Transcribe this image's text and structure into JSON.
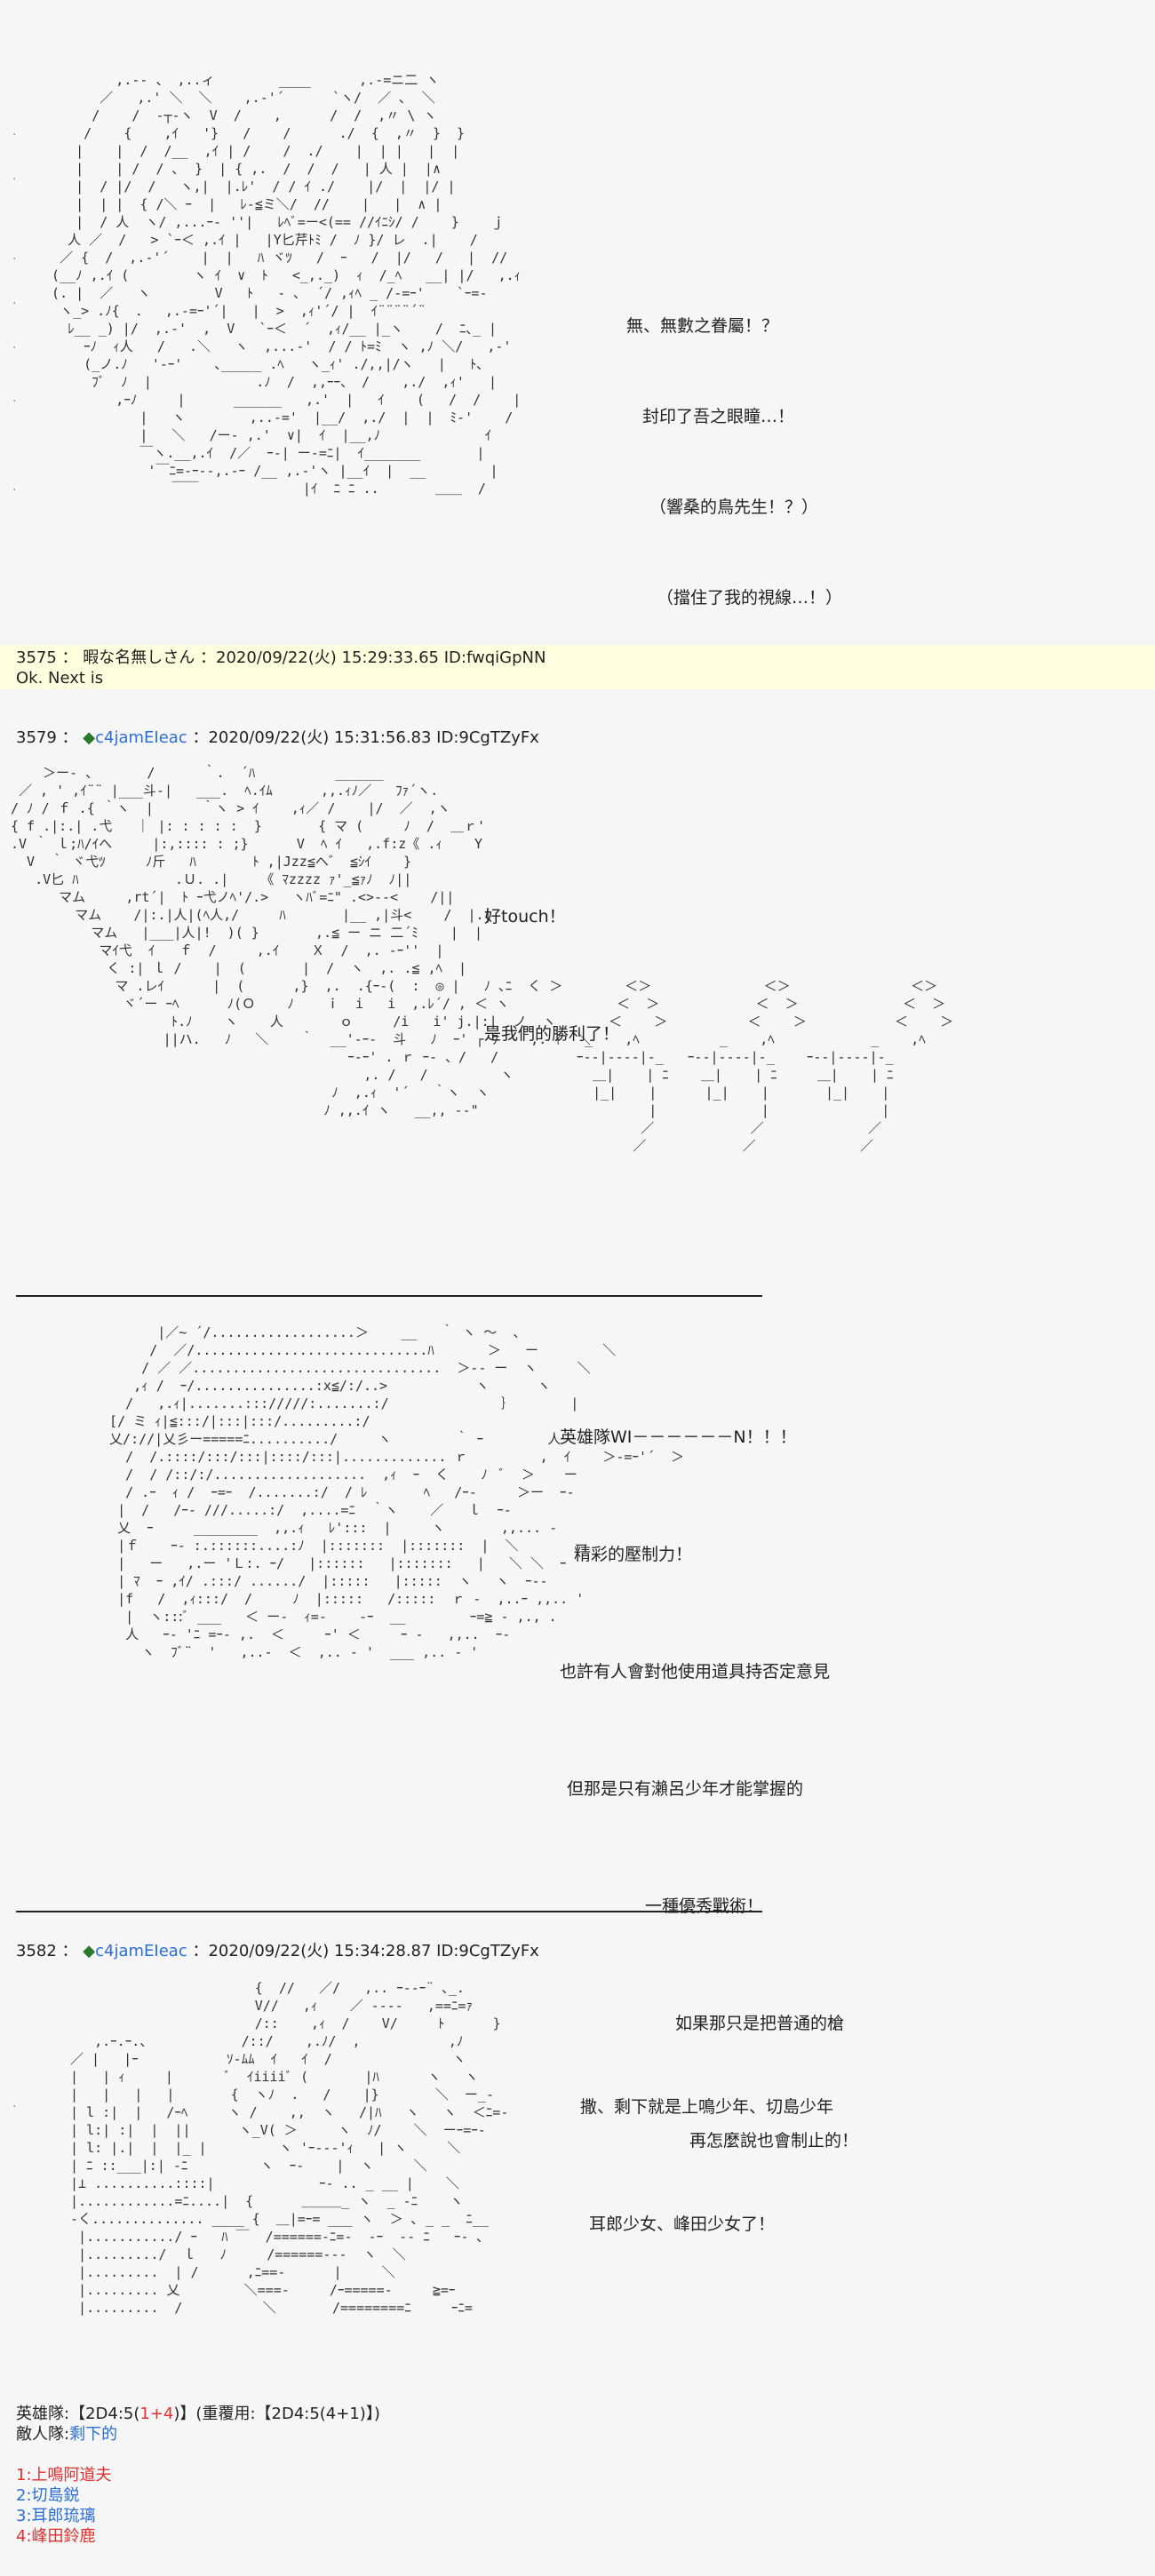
{
  "posts": [
    {
      "dialogue": [
        "無、無數之眷屬！？",
        "封印了吾之眼瞳…！",
        "（響桑的鳥先生！？）",
        "（擋住了我的視線…！）"
      ]
    },
    {
      "number": "3575",
      "separator": "：",
      "name": "暇な名無しさん",
      "datetime": "：2020/09/22(火) 15:29:33.65 ID:fwqiGpNN",
      "body": "Ok. Next is"
    },
    {
      "number": "3579",
      "separator": "：",
      "trip_symbol": "◆",
      "trip": "c4jamEIeac",
      "datetime": "：2020/09/22(火) 15:31:56.83 ID:9CgTZyFx",
      "dialogue": [
        "好touch！",
        "是我們的勝利了！"
      ]
    },
    {
      "dialogue": [
        "英雄隊WI－－－－－－N！！！",
        "精彩的壓制力！",
        "也許有人會對他使用道具持否定意見",
        "但那是只有瀨呂少年才能掌握的",
        "一種優秀戰術！",
        "如果那只是把普通的槍",
        "再怎麼說也會制止的！"
      ]
    },
    {
      "number": "3582",
      "separator": "：",
      "trip_symbol": "◆",
      "trip": "c4jamEIeac",
      "datetime": "：2020/09/22(火) 15:34:28.87 ID:9CgTZyFx",
      "dialogue": [
        "撒、剩下就是上鳴少年、切島少年",
        "耳郎少女、峰田少女了！"
      ]
    }
  ],
  "footer": {
    "hero_label": "英雄隊:",
    "hero_roll_open": "【2D4:5(",
    "hero_roll_mod": "1+4",
    "hero_roll_close": ")】",
    "reroll_label": "(重覆用:【2D4:5(4+1)】)",
    "enemy_label": "敵人隊:",
    "enemy_value": "剩下的",
    "members": [
      {
        "label": "1:上鳴阿道夫",
        "color": "#e03030"
      },
      {
        "label": "2:切島鋭",
        "color": "#2a6fd6"
      },
      {
        "label": "3:耳郎琉璃",
        "color": "#2a6fd6"
      },
      {
        "label": "4:峰田鈴鹿",
        "color": "#e03030"
      }
    ]
  },
  "colors": {
    "trip_name": "#2a7a2a",
    "trip_id": "#2a6fd6",
    "highlight": "#ffffe0"
  }
}
